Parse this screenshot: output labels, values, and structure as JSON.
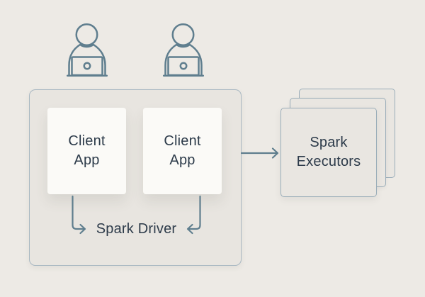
{
  "colors": {
    "bg": "#edeae5",
    "panel": "#e8e5e0",
    "panel-border": "#a9b8c2",
    "card": "#fbfaf7",
    "exec-fill": "#e9e6e1",
    "exec-border": "#9aadb9",
    "stroke": "#5f7e8e",
    "ink": "#2d3b4a"
  },
  "diagram": {
    "users": [
      {
        "icon": "user-at-laptop-icon"
      },
      {
        "icon": "user-at-laptop-icon"
      }
    ],
    "driver_group": {
      "clients": [
        {
          "line1": "Client",
          "line2": "App"
        },
        {
          "line1": "Client",
          "line2": "App"
        }
      ],
      "label": "Spark Driver"
    },
    "executors": {
      "line1": "Spark",
      "line2": "Executors",
      "stack_count": 3
    }
  }
}
